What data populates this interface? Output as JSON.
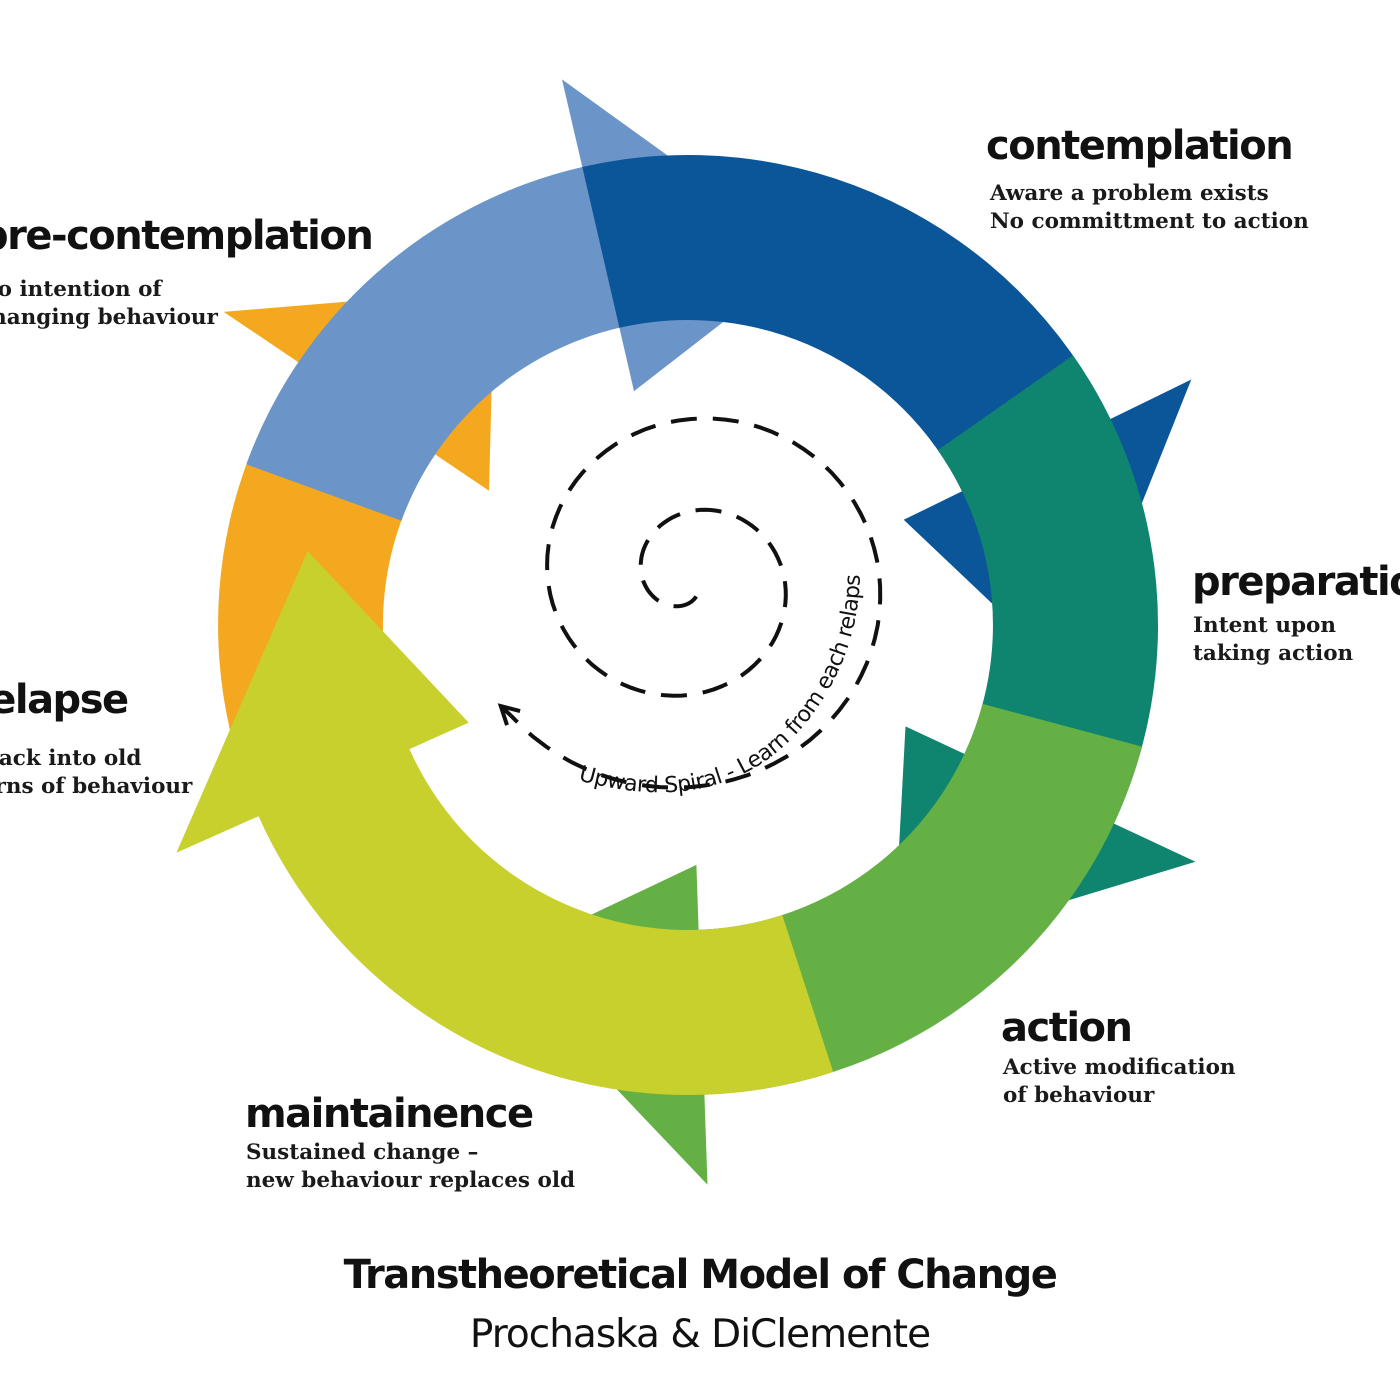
{
  "diagram": {
    "title": "Transtheoretical Model of Change",
    "subtitle": "Prochaska & DiClemente",
    "stages": [
      {
        "id": "contemplation",
        "title": "contemplation",
        "lines": [
          "Aware a problem exists",
          "No committment to action"
        ],
        "color": "#0b5699"
      },
      {
        "id": "preparation",
        "title": "preparation",
        "lines": [
          "Intent upon",
          "taking action"
        ],
        "color": "#0f8570"
      },
      {
        "id": "action",
        "title": "action",
        "lines": [
          "Active modification",
          "of behaviour"
        ],
        "color": "#64b045"
      },
      {
        "id": "maintainence",
        "title": "maintainence",
        "lines": [
          "Sustained change –",
          "new behaviour replaces old"
        ],
        "color": "#c8d02e"
      },
      {
        "id": "relapse",
        "title": "relapse",
        "lines": [
          "Fall back into old",
          "patterns of behaviour"
        ],
        "color": "#f4a820"
      },
      {
        "id": "pre-contemplation",
        "title": "pre-contemplation",
        "lines": [
          "No intention of",
          "changing behaviour"
        ],
        "color": "#6b95c9"
      }
    ],
    "spiral_label": "Upward Spiral - Learn from each relapse"
  }
}
